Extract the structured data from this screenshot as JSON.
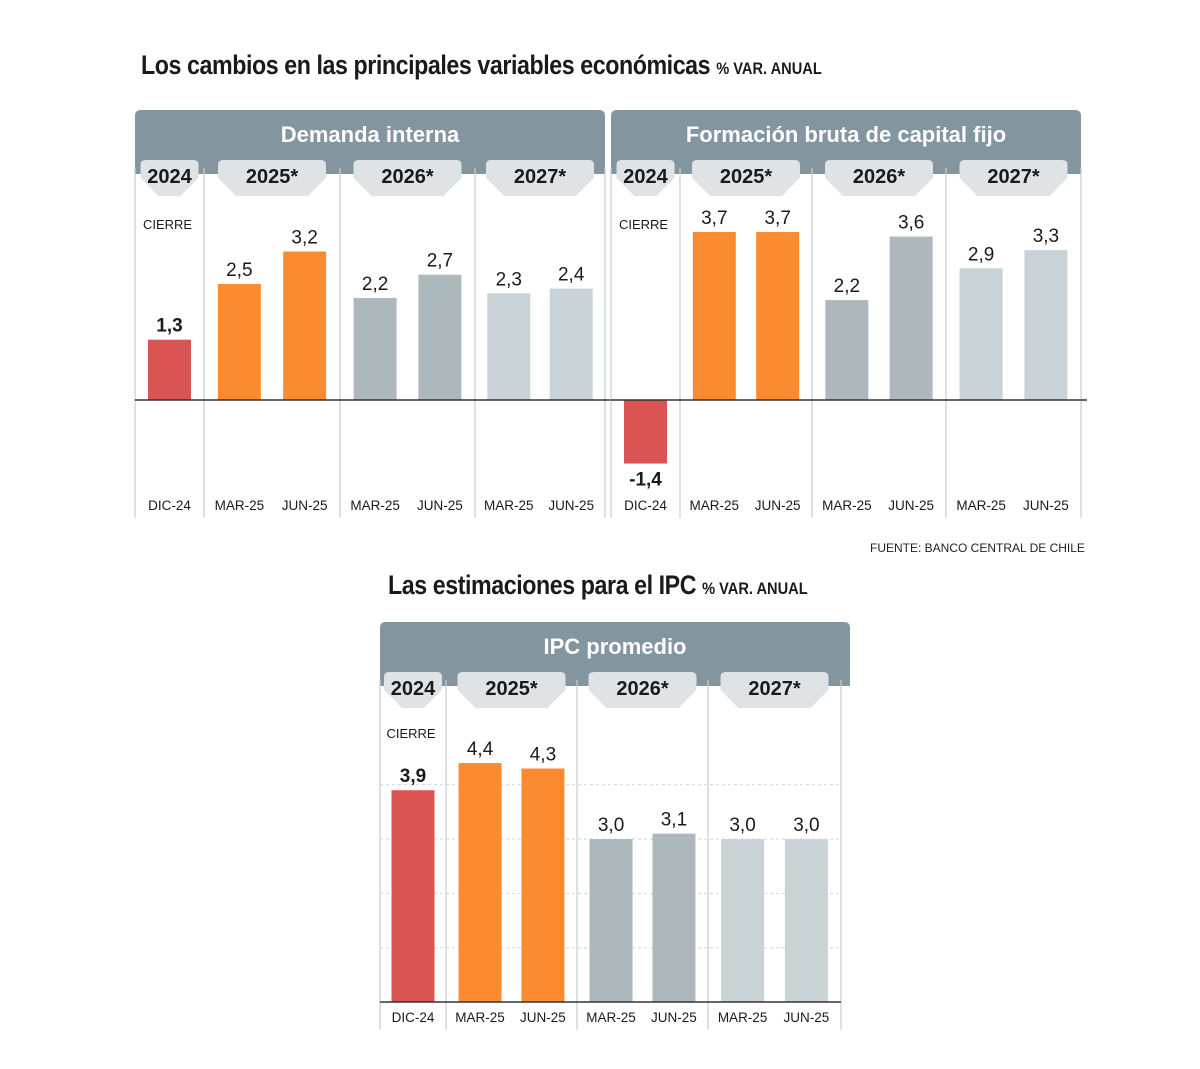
{
  "title_main": "Los cambios en las principales variables económicas",
  "title_main_unit": "% VAR. ANUAL",
  "title_ipc": "Las estimaciones para el IPC",
  "title_ipc_unit": "% VAR. ANUAL",
  "source": "FUENTE: BANCO CENTRAL DE CHILE",
  "colors": {
    "header": "#83969f",
    "tab": "#dfe3e6",
    "cierre": "#d95452",
    "y2025": "#fa8b31",
    "y2026": "#adb8bc",
    "y2027": "#c9d3d6"
  },
  "chart_data": [
    {
      "type": "bar",
      "title": "Demanda interna",
      "groups": [
        "2024",
        "2025*",
        "2026*",
        "2027*"
      ],
      "cierre_label": "CIERRE",
      "categories": [
        "DIC-24",
        "MAR-25",
        "JUN-25",
        "MAR-25",
        "JUN-25",
        "MAR-25",
        "JUN-25"
      ],
      "values": [
        1.3,
        2.5,
        3.2,
        2.2,
        2.7,
        2.3,
        2.4
      ],
      "labels": [
        "1,3",
        "2,5",
        "3,2",
        "2,2",
        "2,7",
        "2,3",
        "2,4"
      ],
      "group_of_bar": [
        0,
        1,
        1,
        2,
        2,
        3,
        3
      ]
    },
    {
      "type": "bar",
      "title": "Formación bruta de capital fijo",
      "groups": [
        "2024",
        "2025*",
        "2026*",
        "2027*"
      ],
      "cierre_label": "CIERRE",
      "categories": [
        "DIC-24",
        "MAR-25",
        "JUN-25",
        "MAR-25",
        "JUN-25",
        "MAR-25",
        "JUN-25"
      ],
      "values": [
        -1.4,
        3.7,
        3.7,
        2.2,
        3.6,
        2.9,
        3.3
      ],
      "labels": [
        "-1,4",
        "3,7",
        "3,7",
        "2,2",
        "3,6",
        "2,9",
        "3,3"
      ],
      "group_of_bar": [
        0,
        1,
        1,
        2,
        2,
        3,
        3
      ]
    },
    {
      "type": "bar",
      "title": "IPC promedio",
      "groups": [
        "2024",
        "2025*",
        "2026*",
        "2027*"
      ],
      "cierre_label": "CIERRE",
      "categories": [
        "DIC-24",
        "MAR-25",
        "JUN-25",
        "MAR-25",
        "JUN-25",
        "MAR-25",
        "JUN-25"
      ],
      "values": [
        3.9,
        4.4,
        4.3,
        3.0,
        3.1,
        3.0,
        3.0
      ],
      "labels": [
        "3,9",
        "4,4",
        "4,3",
        "3,0",
        "3,1",
        "3,0",
        "3,0"
      ],
      "group_of_bar": [
        0,
        1,
        1,
        2,
        2,
        3,
        3
      ]
    }
  ]
}
